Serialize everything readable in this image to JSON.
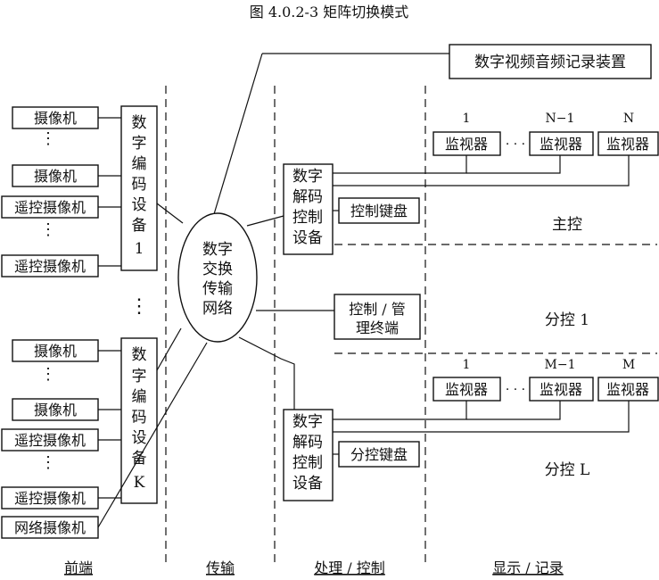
{
  "title": "图 4.0.2-3   矩阵切换模式",
  "front": {
    "camera": "摄像机",
    "remote_camera": "遥控摄像机",
    "network_camera": "网络摄像机",
    "encoder_1": [
      "数",
      "字",
      "编",
      "码",
      "设",
      "备",
      "1"
    ],
    "encoder_k": [
      "数",
      "字",
      "编",
      "码",
      "设",
      "备",
      "K"
    ]
  },
  "network": [
    "数字",
    "交换",
    "传输",
    "网络"
  ],
  "recorder": "数字视频音频记录装置",
  "decoder": [
    "数字",
    "解码",
    "控制",
    "设备"
  ],
  "main_keyboard": "控制键盘",
  "sub_keyboard": "分控键盘",
  "terminal": [
    "控制 / 管",
    "理终端"
  ],
  "monitor": "监视器",
  "ellipsis": "· · ·",
  "index_labels_top": [
    "1",
    "N−1",
    "N"
  ],
  "index_labels_bottom": [
    "1",
    "M−1",
    "M"
  ],
  "zones": {
    "main": "主控",
    "sub1": "分控 1",
    "subL": "分控 L"
  },
  "columns": [
    "前端",
    "传输",
    "处理 / 控制",
    "显示 / 记录"
  ]
}
